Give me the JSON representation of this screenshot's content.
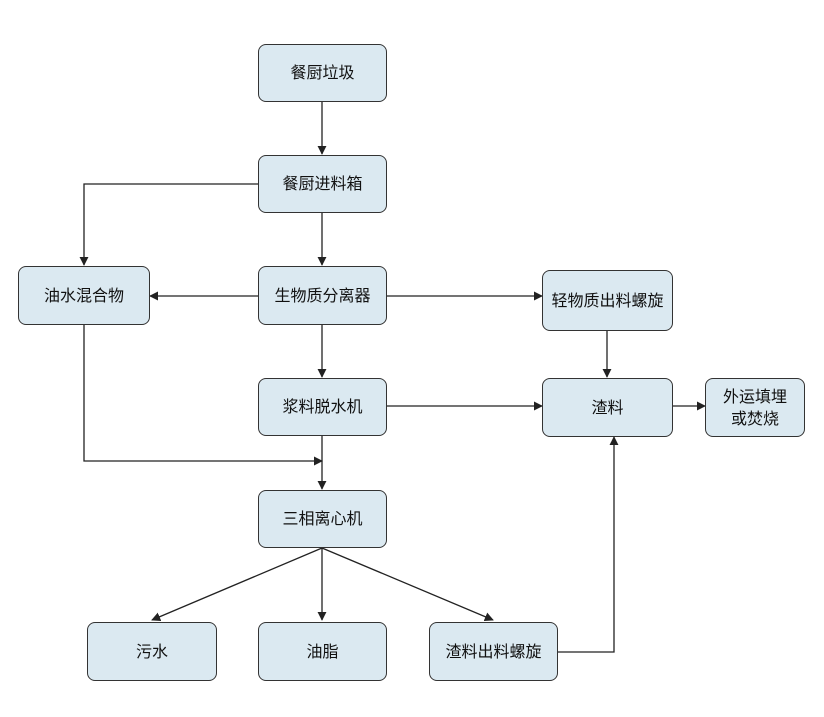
{
  "diagram": {
    "nodes": {
      "kitchen_waste": "餐厨垃圾",
      "feed_box": "餐厨进料箱",
      "biomass_separator": "生物质分离器",
      "oil_water_mixture": "油水混合物",
      "light_matter_screw": "轻物质出料螺旋",
      "slurry_dewatering": "浆料脱水机",
      "residue": "渣料",
      "external_disposal": "外运填埋\n或焚烧",
      "three_phase_centrifuge": "三相离心机",
      "sewage": "污水",
      "grease": "油脂",
      "residue_screw": "渣料出料螺旋"
    },
    "colors": {
      "node_fill": "#dbe9f1",
      "node_border": "#333333",
      "line": "#222222"
    }
  }
}
